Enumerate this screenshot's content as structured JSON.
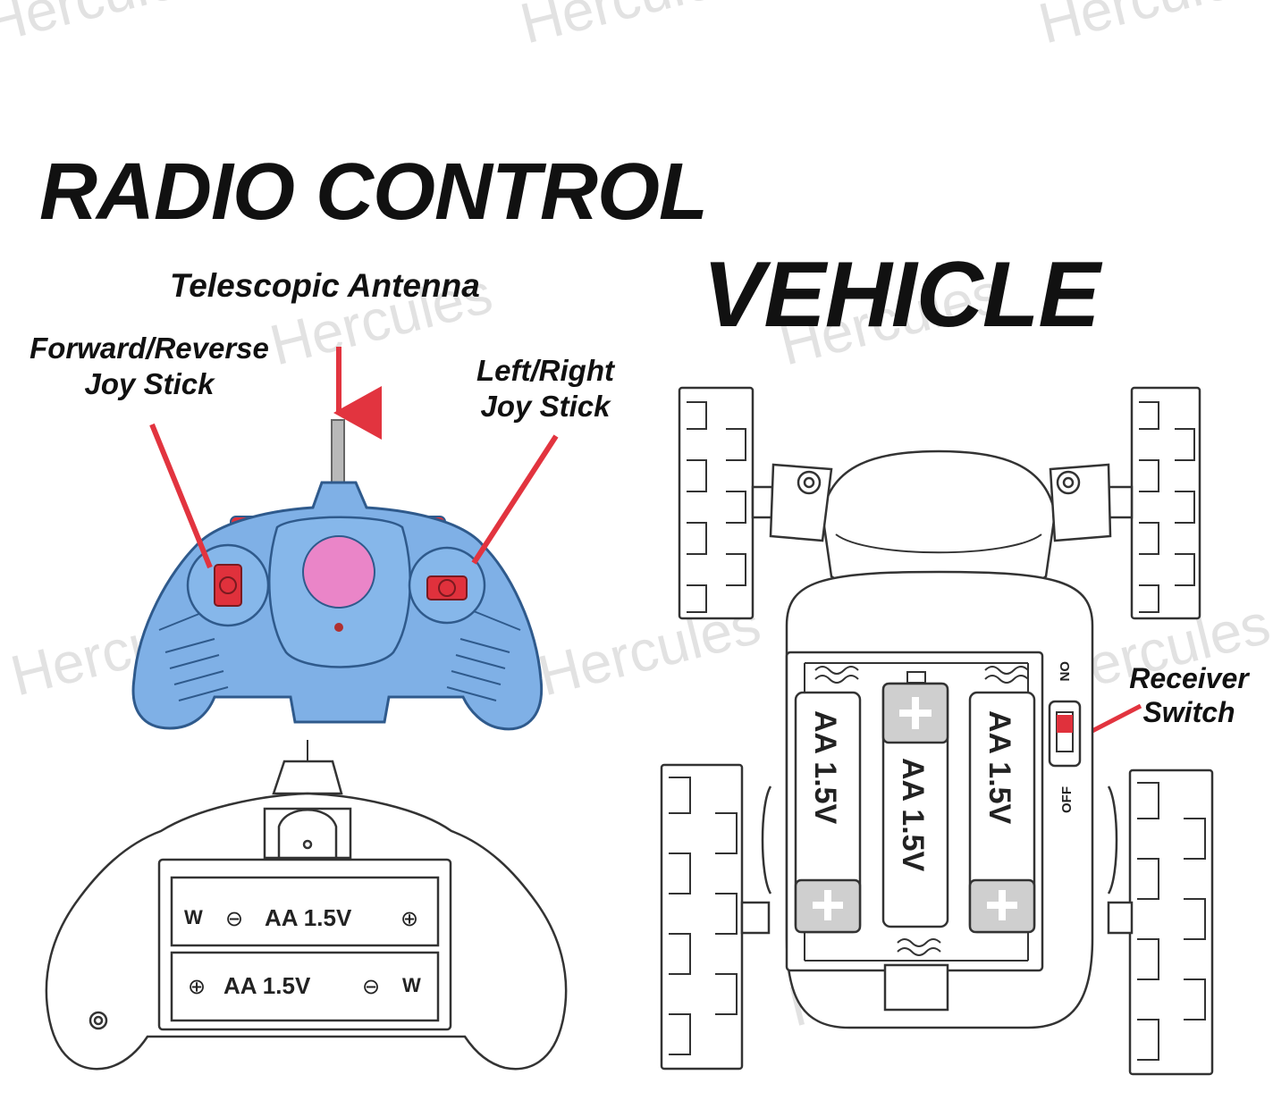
{
  "title_line1": "RADIO CONTROL",
  "title_line2": "VEHICLE",
  "labels": {
    "antenna": "Telescopic Antenna",
    "forward_reverse_line1": "Forward/Reverse",
    "forward_reverse_line2": "Joy Stick",
    "left_right_line1": "Left/Right",
    "left_right_line2": "Joy Stick",
    "receiver_line1": "Receiver",
    "receiver_line2": "Switch"
  },
  "remote_batteries": [
    "AA 1.5V",
    "AA 1.5V"
  ],
  "vehicle_batteries": [
    "AA 1.5V",
    "AA 1.5V",
    "AA 1.5V"
  ],
  "switch_labels": {
    "on": "ON",
    "off": "OFF"
  },
  "watermark": "Hercules",
  "colors": {
    "remote_body": "#7fb0e6",
    "remote_outline": "#2f5a8c",
    "joystick_red": "#e0313c",
    "center_pink": "#ea85c8",
    "arrow_red": "#e2343f",
    "line_art": "#333333"
  }
}
